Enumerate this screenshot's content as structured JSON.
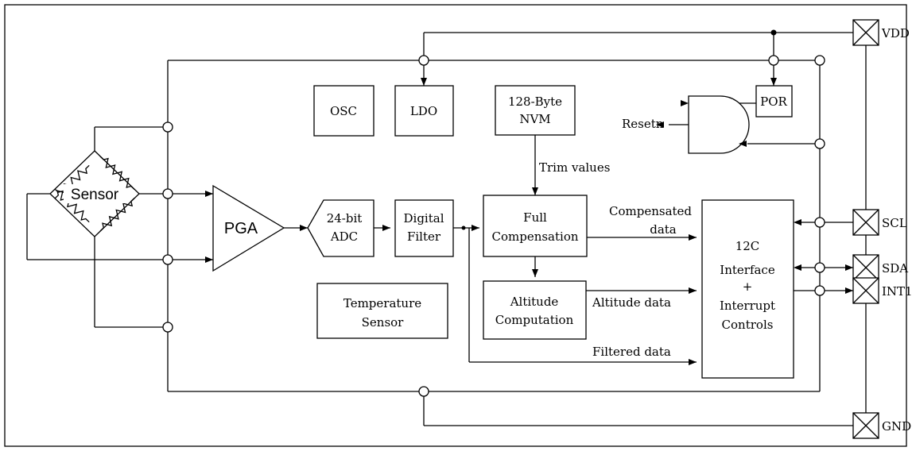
{
  "blocks": {
    "osc": "OSC",
    "ldo": "LDO",
    "nvm_line1": "128-Byte",
    "nvm_line2": "NVM",
    "por": "POR",
    "pga": "PGA",
    "adc_line1": "24-bit",
    "adc_line2": "ADC",
    "filter_line1": "Digital",
    "filter_line2": "Filter",
    "comp_line1": "Full",
    "comp_line2": "Compensation",
    "alt_line1": "Altitude",
    "alt_line2": "Computation",
    "temp_line1": "Temperature",
    "temp_line2": "Sensor",
    "iface_line1": "12C",
    "iface_line2": "Interface",
    "iface_line3": "+",
    "iface_line4": "Interrupt",
    "iface_line5": "Controls",
    "sensor": "Sensor"
  },
  "signals": {
    "resetn": "Resetn",
    "trim": "Trim values",
    "comp_line1": "Compensated",
    "comp_line2": "data",
    "altitude": "Altitude data",
    "filtered": "Filtered data"
  },
  "pins": {
    "vdd": "VDD",
    "scl": "SCL",
    "sda": "SDA",
    "int1": "INT1",
    "gnd": "GND"
  }
}
